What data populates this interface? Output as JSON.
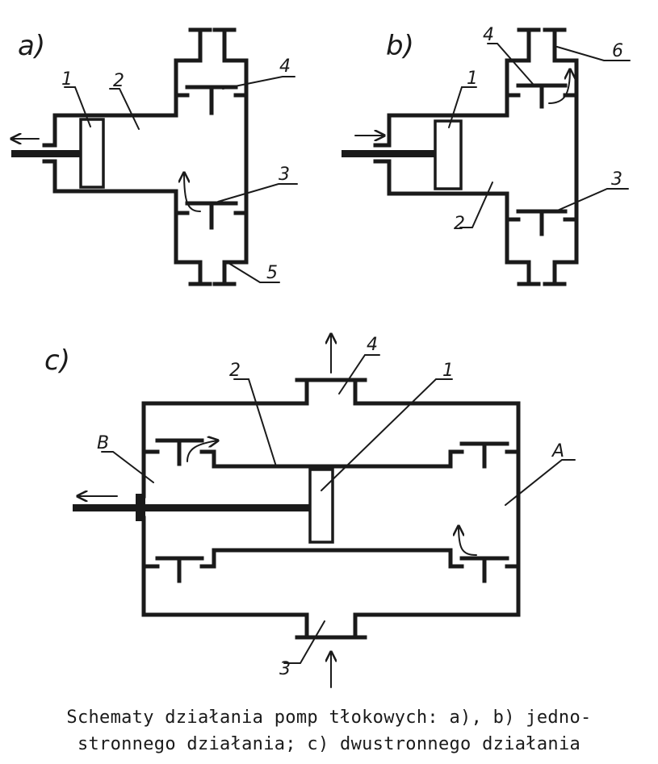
{
  "panels": {
    "a": {
      "title": "a)",
      "labels": [
        "1",
        "2",
        "3",
        "4",
        "5"
      ]
    },
    "b": {
      "title": "b)",
      "labels": [
        "1",
        "2",
        "3",
        "4",
        "6"
      ]
    },
    "c": {
      "title": "c)",
      "labels": [
        "1",
        "2",
        "3",
        "4",
        "A",
        "B"
      ]
    }
  },
  "caption": {
    "line1": "Schematy działania pomp tłokowych: a), b) jedno-",
    "line2": "stronnego działania; c) dwustronnego działania"
  }
}
